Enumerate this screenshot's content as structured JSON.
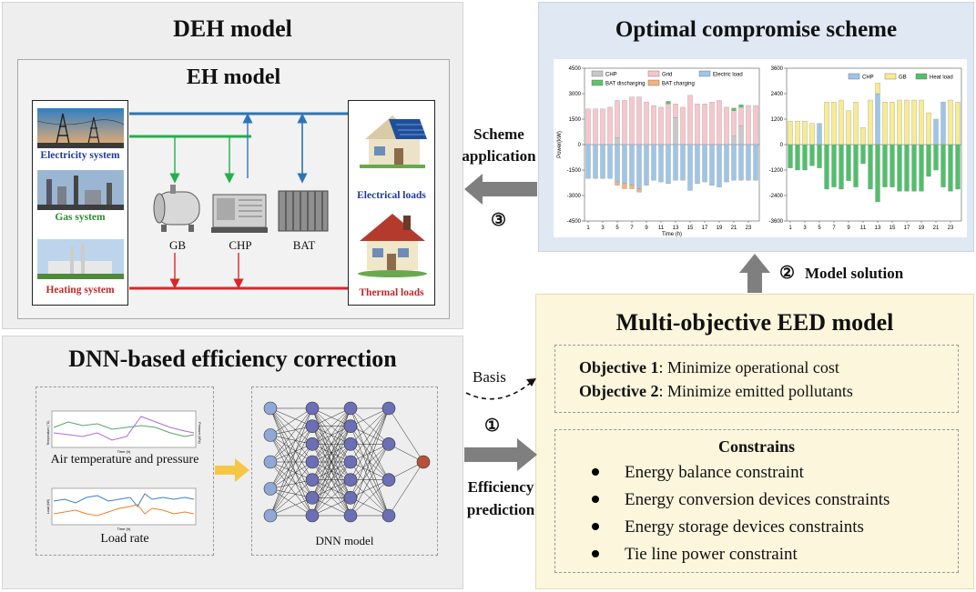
{
  "deh": {
    "title": "DEH model",
    "eh_title": "EH model",
    "sources": [
      "Electricity system",
      "Gas system",
      "Heating system"
    ],
    "devices": [
      "GB",
      "CHP",
      "BAT"
    ],
    "loads": [
      "Electrical loads",
      "Thermal loads"
    ]
  },
  "dnn": {
    "title": "DNN-based efficiency correction",
    "plot1_caption": "Air temperature and pressure",
    "plot2_caption": "Load rate",
    "model_caption": "DNN model",
    "plot1_xlabel": "Time (h)",
    "plot2_xlabel": "Time (h)",
    "plot1_ylabel_left": "Temperature (°C)",
    "plot1_ylabel_right": "Pressure (kPa)",
    "plot2_ylabel": "Load (kW)"
  },
  "optimal": {
    "title": "Optimal compromise scheme"
  },
  "eed": {
    "title": "Multi-objective EED model",
    "objectives": [
      {
        "label": "Objective 1",
        "text": ": Minimize operational cost"
      },
      {
        "label": "Objective 2",
        "text": ": Minimize emitted pollutants"
      }
    ],
    "constraints_title": "Constrains",
    "constraints": [
      "Energy balance constraint",
      "Energy conversion devices constraints",
      "Energy storage devices constraints",
      "Tie line power constraint"
    ]
  },
  "arrows": {
    "scheme_application": [
      "Scheme",
      "application"
    ],
    "step3": "③",
    "step2": "②",
    "model_solution": "Model solution",
    "basis": "Basis",
    "step1": "①",
    "efficiency_prediction": [
      "Efficiency",
      "prediction"
    ]
  },
  "chart_data": [
    {
      "type": "bar",
      "ylabel": "Power(kW)",
      "xlabel": "Time (h)",
      "ylim": [
        -4500,
        4500
      ],
      "yticks": [
        -4500,
        -3000,
        -1500,
        0,
        1500,
        3000,
        4500
      ],
      "xticks": [
        1,
        3,
        5,
        7,
        9,
        11,
        13,
        15,
        17,
        19,
        21,
        23
      ],
      "legend": [
        "CHP",
        "Grid",
        "Electric load",
        "BAT discharging",
        "BAT charging"
      ],
      "colors": {
        "CHP": "#c8c8c8",
        "Grid": "#f7c6cc",
        "Electric load": "#9ec5e6",
        "BAT discharging": "#5cc36b",
        "BAT charging": "#f5b27a"
      },
      "series": [
        {
          "name": "CHP",
          "values": [
            0,
            0,
            0,
            0,
            400,
            0,
            0,
            0,
            0,
            0,
            0,
            0,
            1600,
            0,
            0,
            0,
            0,
            0,
            0,
            0,
            500,
            1100,
            0,
            0
          ]
        },
        {
          "name": "Grid",
          "values": [
            2100,
            2100,
            2100,
            2200,
            2200,
            2600,
            2800,
            2800,
            2500,
            2300,
            2200,
            2400,
            800,
            2200,
            2900,
            2400,
            2400,
            2500,
            2600,
            2200,
            1500,
            1100,
            2300,
            2300
          ]
        },
        {
          "name": "BAT discharging",
          "values": [
            0,
            0,
            0,
            0,
            0,
            0,
            0,
            0,
            0,
            0,
            0,
            150,
            0,
            0,
            0,
            0,
            0,
            0,
            0,
            0,
            150,
            150,
            0,
            0
          ]
        },
        {
          "name": "Electric load",
          "values": [
            -2000,
            -2000,
            -2000,
            -2000,
            -2200,
            -2300,
            -2400,
            -2600,
            -2400,
            -2100,
            -2200,
            -2300,
            -2100,
            -2100,
            -2700,
            -2300,
            -2200,
            -2400,
            -2500,
            -2200,
            -2100,
            -2100,
            -2100,
            -2100
          ]
        },
        {
          "name": "BAT charging",
          "values": [
            0,
            0,
            0,
            0,
            -200,
            -300,
            -200,
            -200,
            0,
            0,
            0,
            0,
            0,
            0,
            0,
            0,
            0,
            0,
            0,
            0,
            0,
            0,
            0,
            0
          ]
        }
      ]
    },
    {
      "type": "bar",
      "ylim": [
        -3600,
        3600
      ],
      "yticks": [
        -3600,
        -2400,
        -1200,
        0,
        1200,
        2400,
        3600
      ],
      "xticks": [
        1,
        3,
        5,
        7,
        9,
        11,
        13,
        15,
        17,
        19,
        21,
        23
      ],
      "legend": [
        "CHP",
        "GB",
        "Heat load"
      ],
      "colors": {
        "CHP": "#9ec5e6",
        "GB": "#f7ec8f",
        "Heat load": "#4fc06a"
      },
      "series": [
        {
          "name": "CHP",
          "values": [
            0,
            0,
            0,
            0,
            1000,
            0,
            0,
            0,
            0,
            0,
            0,
            0,
            2400,
            0,
            0,
            0,
            0,
            0,
            0,
            0,
            1200,
            2000,
            0,
            0
          ]
        },
        {
          "name": "GB",
          "values": [
            1100,
            1100,
            1100,
            1000,
            0,
            2000,
            2000,
            2100,
            1600,
            2000,
            800,
            2100,
            500,
            2000,
            2000,
            2100,
            2100,
            2100,
            2100,
            1500,
            0,
            0,
            2100,
            2000
          ]
        },
        {
          "name": "Heat load",
          "values": [
            -1100,
            -1200,
            -1200,
            -1000,
            -1100,
            -2100,
            -2000,
            -2100,
            -1700,
            -2000,
            -900,
            -2100,
            -2700,
            -2000,
            -2000,
            -2200,
            -2200,
            -2200,
            -2200,
            -1500,
            -1200,
            -2000,
            -2200,
            -2100
          ]
        }
      ]
    }
  ]
}
